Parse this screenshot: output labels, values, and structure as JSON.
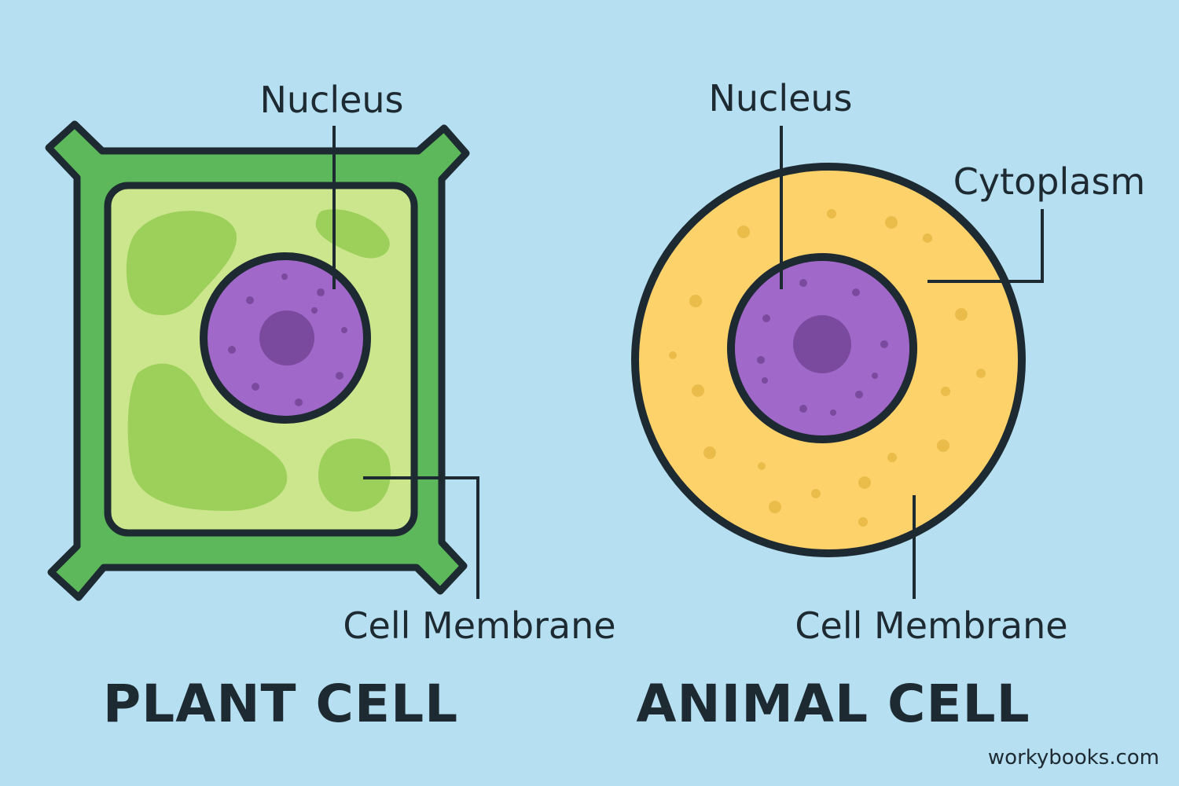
{
  "plant_cell": {
    "title": "PLANT CELL",
    "nucleus_label": "Nucleus",
    "membrane_label": "Cell Membrane"
  },
  "animal_cell": {
    "title": "ANIMAL CELL",
    "nucleus_label": "Nucleus",
    "cytoplasm_label": "Cytoplasm",
    "membrane_label": "Cell Membrane"
  },
  "credit": "workybooks.com",
  "colors": {
    "background": "#b6dff2",
    "cell_wall": "#5cb85a",
    "plant_cytoplasm": "#cbe68c",
    "chloroplast": "#9cd05a",
    "nucleus": "#a068c8",
    "nucleolus": "#7a4a9e",
    "animal_cytoplasm": "#fdd26b",
    "outline": "#1d2a31"
  }
}
